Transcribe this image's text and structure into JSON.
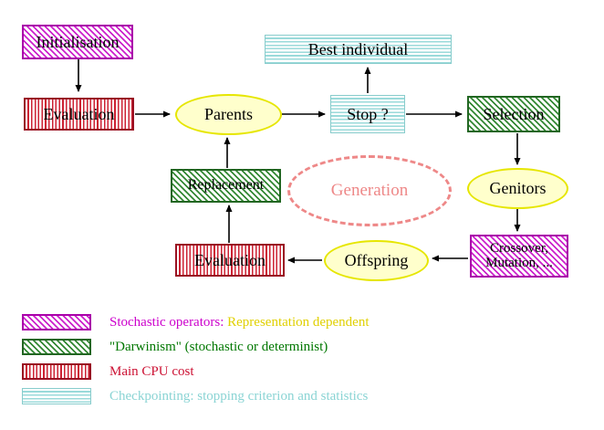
{
  "diagram": {
    "title": "Evolutionary algorithm generation loop",
    "nodes": {
      "initialisation": "Initialisation",
      "evaluation_top": "Evaluation",
      "parents": "Parents",
      "stop": "Stop ?",
      "best_individual": "Best individual",
      "selection": "Selection",
      "genitors": "Genitors",
      "crossover_line1": "Crossover,",
      "crossover_line2": "Mutation, ...",
      "offspring": "Offspring",
      "evaluation_bottom": "Evaluation",
      "replacement": "Replacement",
      "generation": "Generation"
    },
    "edges": [
      "Initialisation -> Evaluation",
      "Evaluation -> Parents",
      "Parents -> Stop ?",
      "Stop ? -> Best individual",
      "Stop ? -> Selection",
      "Selection -> Genitors",
      "Genitors -> Crossover, Mutation, ...",
      "Crossover, Mutation, ... -> Offspring",
      "Offspring -> Evaluation",
      "Evaluation -> Replacement",
      "Replacement -> Parents"
    ]
  },
  "legend": {
    "rows": [
      {
        "swatch": "magenta-hatch",
        "label": "Stochastic operators:",
        "label2": "Representation dependent"
      },
      {
        "swatch": "green-hatch",
        "label": "\"Darwinism\" (stochastic or determinist)"
      },
      {
        "swatch": "red-stripes",
        "label": "Main CPU cost"
      },
      {
        "swatch": "cyan-stripes",
        "label": "Checkpointing: stopping criterion and statistics"
      }
    ]
  },
  "colors": {
    "magenta": "#cc22cc",
    "magenta-border": "#aa00aa",
    "magenta-text": "#cc00cc",
    "red": "#cc2233",
    "red-border": "#991122",
    "red-text": "#cc1133",
    "green": "#338833",
    "green-border": "#226622",
    "green-text": "#007700",
    "cyan": "#9adada",
    "cyan-border": "#88cccc",
    "cyan-text": "#8ad4d4",
    "yellow-fill": "#ffffcc",
    "yellow-border": "#e6e600",
    "yellow-text": "#e0d000",
    "salmon": "#ee8888"
  }
}
